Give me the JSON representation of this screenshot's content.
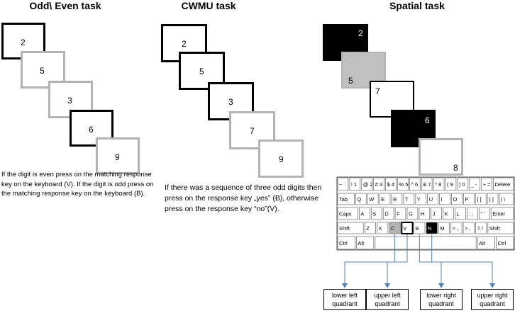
{
  "panels": {
    "odd_even": {
      "title": "Odd\\ Even task",
      "digits": [
        "2",
        "5",
        "3",
        "6",
        "9"
      ],
      "description": "If the digit is even press on the matching response key on the keyboard (V). If the digit is odd press on the matching response key on the keyboard (B)."
    },
    "cwmu": {
      "title": "CWMU task",
      "digits": [
        "2",
        "5",
        "3",
        "7",
        "9"
      ],
      "description": "If there was a sequence of three odd digits then press on the response key „yes” (B), otherwise press on the response key “no”(V)."
    },
    "spatial": {
      "title": "Spatial task",
      "digits": [
        "2",
        "5",
        "7",
        "6",
        "8"
      ]
    }
  },
  "keyboard": {
    "rows": [
      [
        "~ `",
        "! 1",
        "@ 2",
        "# 3",
        "$ 4",
        "% 5",
        "^ 6",
        "& 7",
        "* 8",
        "( 9",
        ") 0",
        "_ -",
        "+ =",
        "Delete"
      ],
      [
        "Tab",
        "Q",
        "W",
        "E",
        "R",
        "T",
        "Y",
        "U",
        "I",
        "O",
        "P",
        "{ [",
        "} ]",
        "| \\"
      ],
      [
        "Caps",
        "A",
        "S",
        "D",
        "F",
        "G",
        "H",
        "J",
        "K",
        "L",
        ": ;",
        "\" '",
        "Enter"
      ],
      [
        "Shift",
        "Z",
        "X",
        "C",
        "V",
        "B",
        "N",
        "M",
        "< ,",
        "> .",
        "? /",
        "Shift"
      ],
      [
        "Ctrl",
        "Alt",
        "Alt",
        "Ctrl"
      ]
    ]
  },
  "quadrants": [
    {
      "label": "lower left quadrant",
      "key": "C"
    },
    {
      "label": "upper left quadrant",
      "key": "V"
    },
    {
      "label": "lower right quadrant",
      "key": "B"
    },
    {
      "label": "upper right quadrant",
      "key": "N"
    }
  ],
  "colors": {
    "card_black": "#000000",
    "card_gray": "#b3b3b3",
    "card_fill_gray": "#c0c0c0",
    "arrow": "#4f81bd"
  }
}
